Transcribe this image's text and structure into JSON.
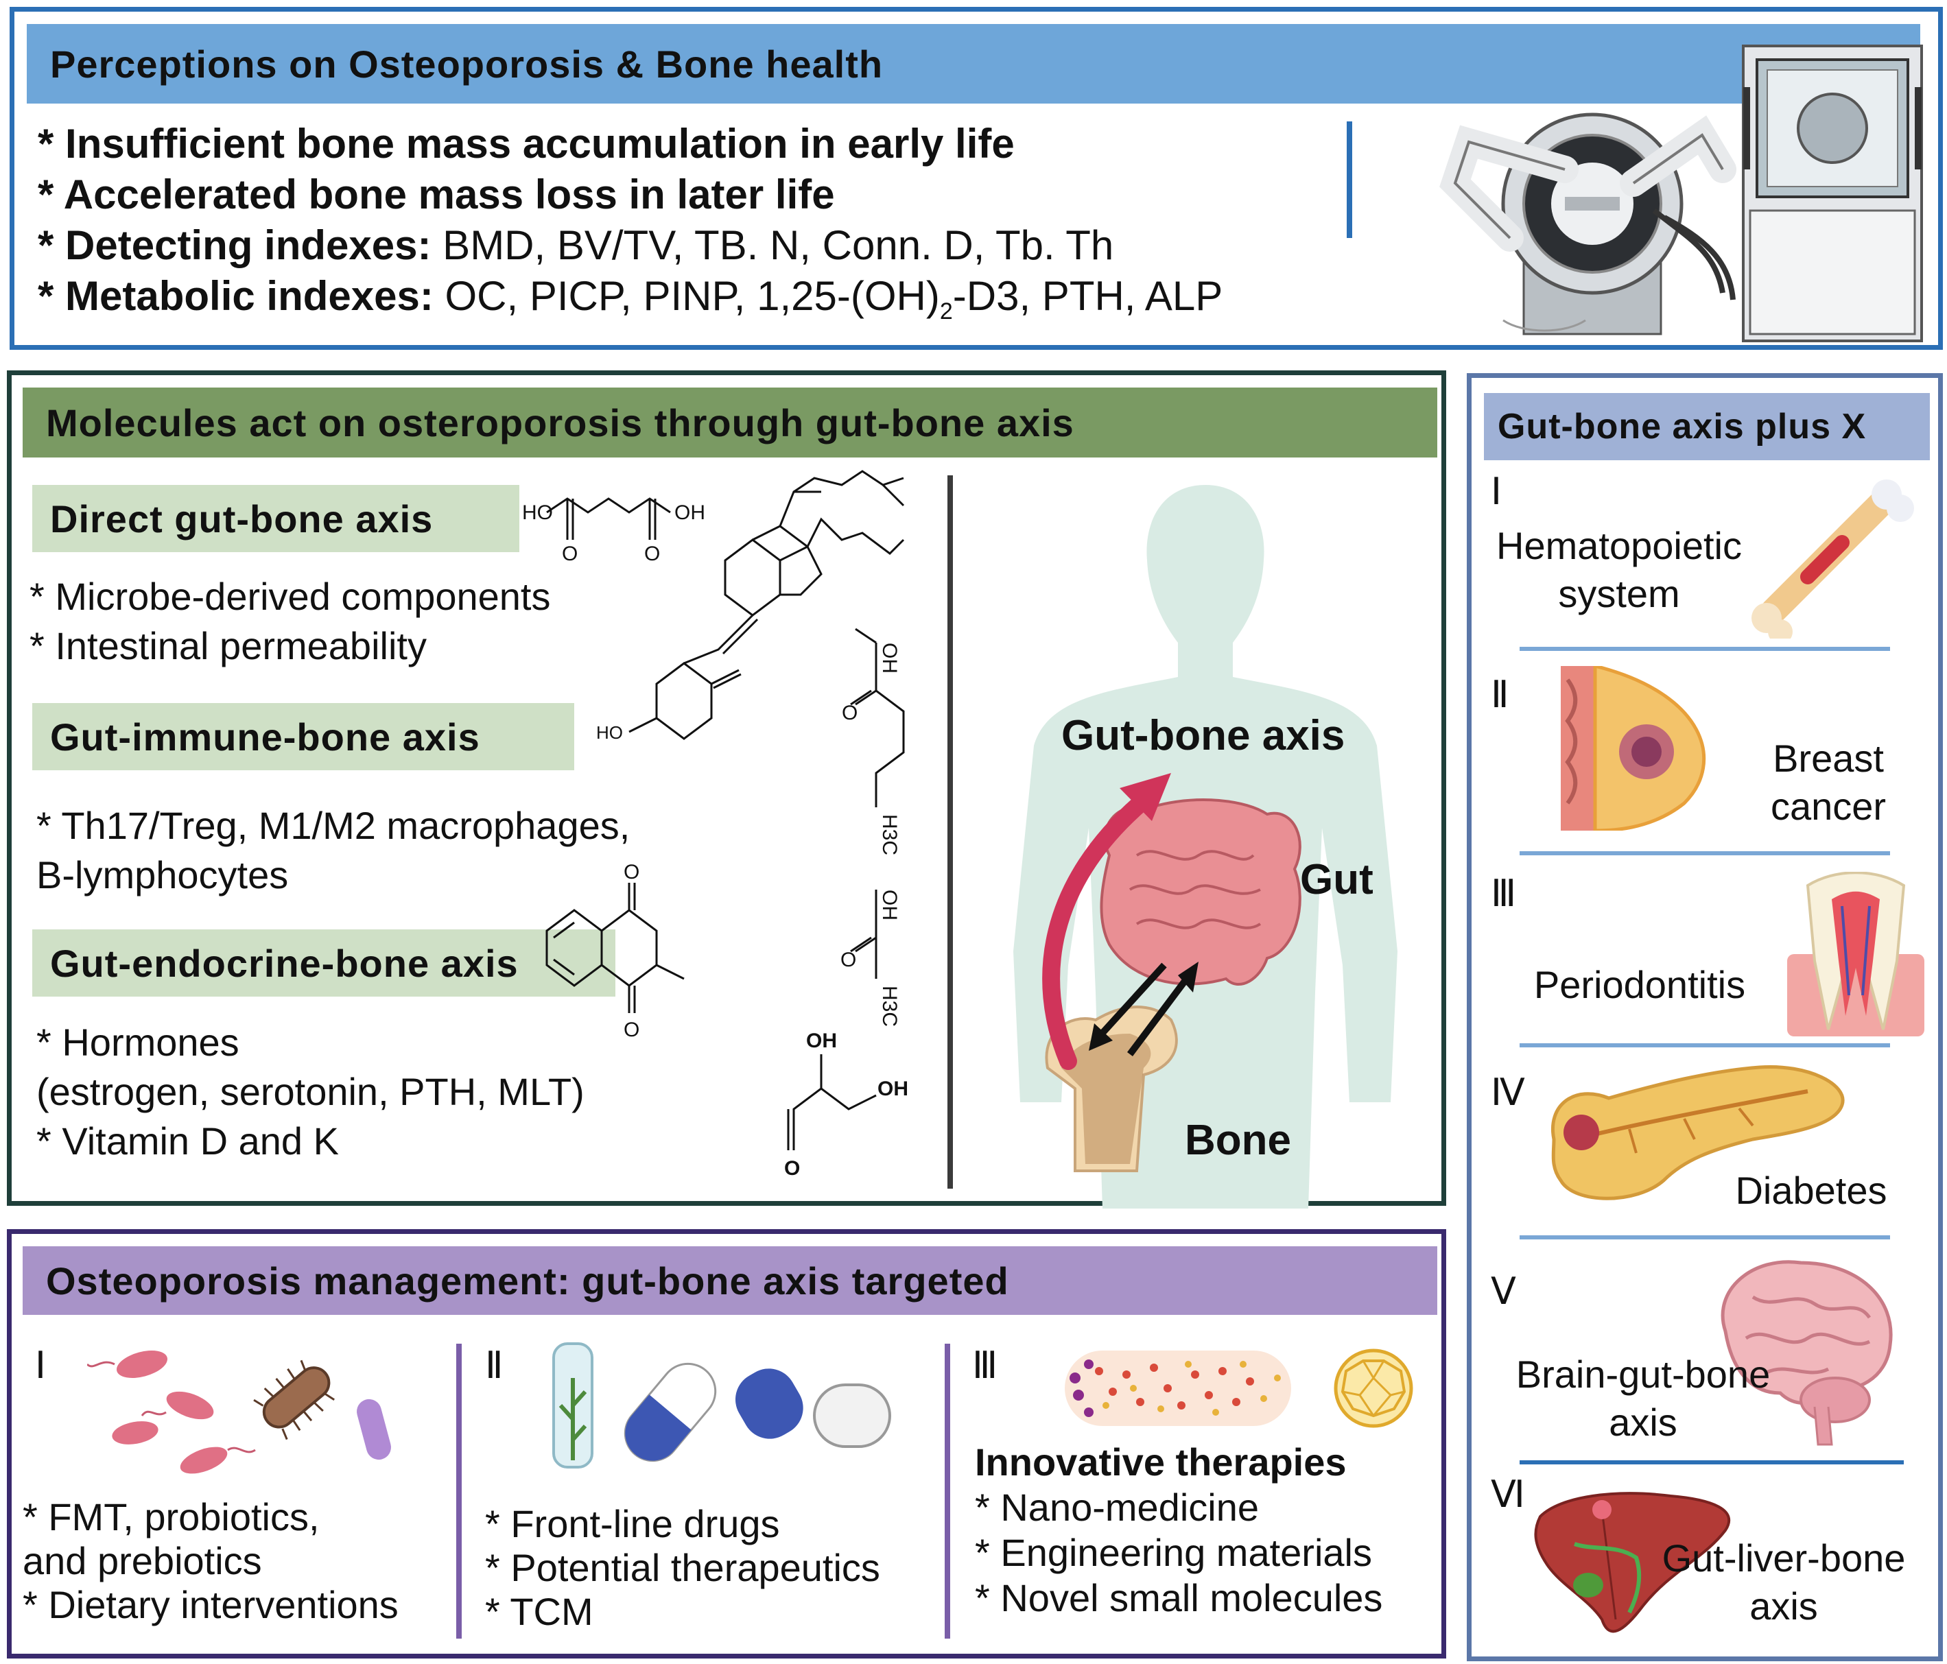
{
  "colors": {
    "top_border": "#2b6fb5",
    "top_header": "#6ea6d9",
    "mol_border": "#1f3f3a",
    "mol_header": "#7a9a63",
    "mol_sub": "#cfe0c6",
    "mgmt_border": "#3a2a6e",
    "mgmt_header": "#a893c8",
    "side_border": "#5b77a8",
    "side_header": "#9fb1d6",
    "body_silhouette": "#d9ebe4",
    "arrow_red": "#d0345a"
  },
  "top": {
    "title": "Perceptions on Osteoporosis & Bone health",
    "line1": "* Insufficient bone mass accumulation in early life",
    "line2": "* Accelerated bone mass loss in later life",
    "line3_label": "* Detecting indexes:",
    "line3_value": " BMD, BV/TV, TB. N, Conn. D, Tb. Th",
    "line4_label": "* Metabolic indexes:",
    "line4_value_a": " OC, PICP, PINP, 1,25-(OH)",
    "line4_sub": "2",
    "line4_value_b": "-D3, PTH, ALP"
  },
  "molecules": {
    "title": "Molecules act on osteroporosis through gut-bone axis",
    "direct_title": "Direct gut-bone axis",
    "direct_items": [
      "* Microbe-derived components",
      "* Intestinal permeability"
    ],
    "immune_title": "Gut-immune-bone axis",
    "immune_items": [
      "* Th17/Treg, M1/M2 macrophages,",
      "B-lymphocytes"
    ],
    "endocrine_title": "Gut-endocrine-bone axis",
    "endocrine_items": [
      "* Hormones",
      "(estrogen, serotonin, PTH, MLT)",
      "* Vitamin D and K"
    ],
    "chem_labels": {
      "ho1": "HO",
      "oh1": "OH",
      "o1": "O",
      "o2": "O",
      "ho_vd": "HO",
      "oh_but": "OH",
      "o_but": "O",
      "h3c_but": "H3C",
      "oh_ac": "OH",
      "o_ac": "O",
      "h3c_ac": "H3C",
      "o_nq1": "O",
      "o_nq2": "O",
      "oh_gly1": "OH",
      "oh_gly2": "OH",
      "o_gly": "O"
    },
    "figure": {
      "axis_label": "Gut-bone axis",
      "gut_label": "Gut",
      "bone_label": "Bone"
    }
  },
  "management": {
    "title": "Osteoporosis management: gut-bone axis targeted",
    "col1": {
      "roman": "Ⅰ",
      "items": [
        "* FMT, probiotics,",
        "and prebiotics",
        "* Dietary interventions"
      ]
    },
    "col2": {
      "roman": "Ⅱ",
      "items": [
        "* Front-line drugs",
        "* Potential therapeutics",
        "* TCM"
      ]
    },
    "col3": {
      "roman": "Ⅲ",
      "heading": "Innovative therapies",
      "items": [
        "* Nano-medicine",
        "* Engineering materials",
        "* Novel small molecules"
      ]
    }
  },
  "side": {
    "title": "Gut-bone axis plus X",
    "items": [
      {
        "roman": "Ⅰ",
        "label1": "Hematopoietic",
        "label2": "system",
        "icon": "bone-icon"
      },
      {
        "roman": "Ⅱ",
        "label1": "Breast",
        "label2": "cancer",
        "icon": "breast-icon"
      },
      {
        "roman": "Ⅲ",
        "label1": "Periodontitis",
        "label2": "",
        "icon": "tooth-icon"
      },
      {
        "roman": "Ⅳ",
        "label1": "Diabetes",
        "label2": "",
        "icon": "pancreas-icon"
      },
      {
        "roman": "Ⅴ",
        "label1": "Brain-gut-bone",
        "label2": "axis",
        "icon": "brain-icon"
      },
      {
        "roman": "Ⅵ",
        "label1": "Gut-liver-bone",
        "label2": "axis",
        "icon": "liver-icon"
      }
    ]
  }
}
